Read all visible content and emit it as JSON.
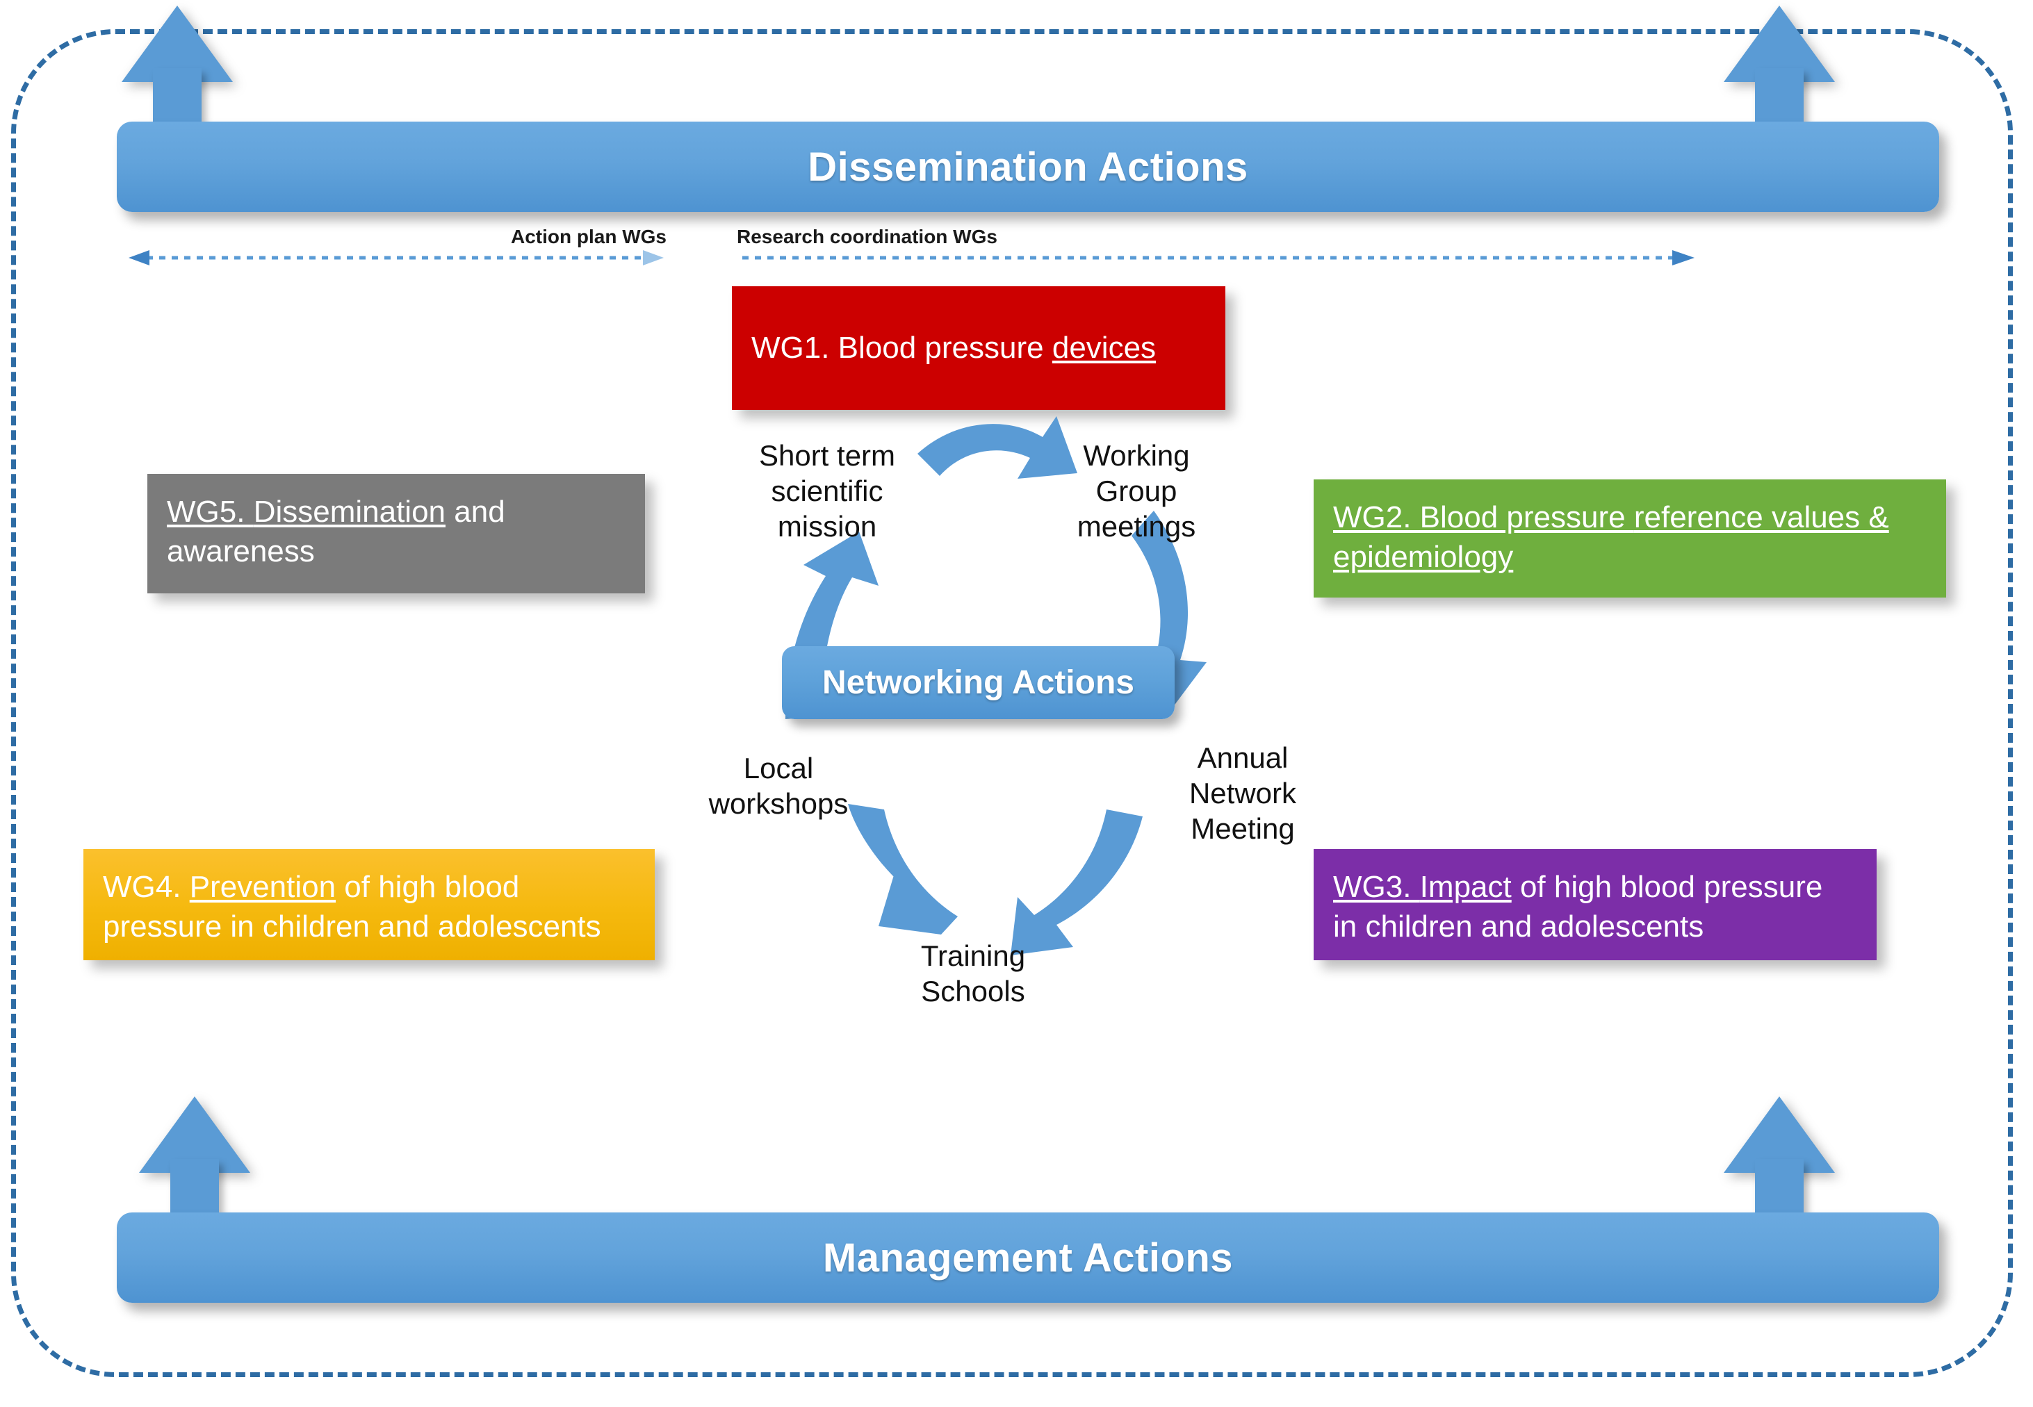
{
  "diagram": {
    "title": "COST Action network structure diagram",
    "frame": {
      "border_color": "#2E6CA4",
      "style": "dashed-rounded"
    }
  },
  "banners": {
    "top": {
      "label": "Dissemination Actions",
      "color": "#5A9BD5"
    },
    "bottom": {
      "label": "Management Actions",
      "color": "#5A9BD5"
    }
  },
  "scope": {
    "left_label": "Action plan WGs",
    "right_label": "Research coordination WGs",
    "arrow_color": "#5A9BD5"
  },
  "working_groups": [
    {
      "id": "wg1",
      "prefix": "WG1. Blood pressure ",
      "underlined": "devices",
      "suffix": "",
      "second_line": "",
      "color": "#CC0000",
      "text_color": "#FFFFFF"
    },
    {
      "id": "wg2",
      "prefix": "WG2. Blood pressure ",
      "underlined": "reference values &",
      "suffix": "",
      "second_line": "epidemiology",
      "second_line_underlined": true,
      "color": "#6FAF3E",
      "text_color": "#FFFFFF"
    },
    {
      "id": "wg3",
      "prefix": "WG3. ",
      "underlined": "Impact",
      "suffix": " of high blood pressure",
      "second_line": "in children and adolescents",
      "second_line_underlined": false,
      "color": "#7C2EA8",
      "text_color": "#FFFFFF"
    },
    {
      "id": "wg4",
      "prefix": "WG4. ",
      "underlined": "Prevention",
      "suffix": " of high blood",
      "second_line": "pressure in children and adolescents",
      "second_line_underlined": false,
      "color": "#F5B90E",
      "text_color": "#FFFFFF"
    },
    {
      "id": "wg5",
      "prefix": "WG5. ",
      "underlined": "Dissemination",
      "suffix": " and",
      "second_line": "awareness",
      "second_line_underlined": false,
      "color": "#7B7B7B",
      "text_color": "#FFFFFF"
    }
  ],
  "cycle": {
    "center_label": "Networking Actions",
    "center_color": "#5A9BD5",
    "steps": [
      {
        "id": "stsm",
        "label": "Short term\nscientific\nmission"
      },
      {
        "id": "wg-meetings",
        "label": "Working\nGroup\nmeetings"
      },
      {
        "id": "annual-network-meeting",
        "label": "Annual\nNetwork\nMeeting"
      },
      {
        "id": "training-schools",
        "label": "Training\nSchools"
      },
      {
        "id": "local-workshops",
        "label": "Local\nworkshops"
      }
    ],
    "arrow_color": "#5A9BD5"
  }
}
